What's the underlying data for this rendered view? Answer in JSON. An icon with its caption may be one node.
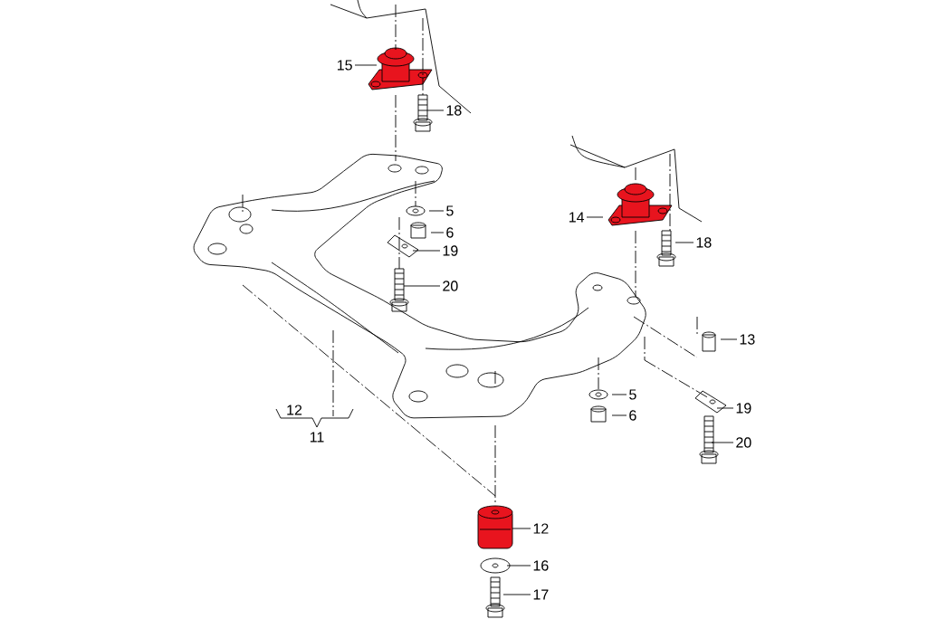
{
  "diagram": {
    "nodes": [
      {
        "text": [
          "15"
        ]
      },
      {
        "text": [
          "18"
        ]
      },
      {
        "text": [
          "5"
        ]
      },
      {
        "text": [
          "6"
        ]
      },
      {
        "text": [
          "19"
        ]
      },
      {
        "text": [
          "20"
        ]
      },
      {
        "text": [
          "14"
        ]
      },
      {
        "text": [
          "18"
        ]
      },
      {
        "text": [
          "13"
        ]
      },
      {
        "text": [
          "5"
        ]
      },
      {
        "text": [
          "6"
        ]
      },
      {
        "text": [
          "19"
        ]
      },
      {
        "text": [
          "20"
        ]
      },
      {
        "text": [
          "12"
        ]
      },
      {
        "text": [
          "16"
        ]
      },
      {
        "text": [
          "17"
        ]
      }
    ],
    "edges": [
      {
        "from": 0,
        "to": null,
        "arrow": "none"
      },
      {
        "from": 1,
        "to": null,
        "arrow": "none"
      },
      {
        "from": 2,
        "to": null,
        "arrow": "none"
      },
      {
        "from": 3,
        "to": null,
        "arrow": "none"
      },
      {
        "from": 4,
        "to": null,
        "arrow": "none"
      },
      {
        "from": 5,
        "to": null,
        "arrow": "none"
      },
      {
        "from": 6,
        "to": null,
        "arrow": "none"
      },
      {
        "from": 7,
        "to": null,
        "arrow": "none"
      },
      {
        "from": 8,
        "to": null,
        "arrow": "none"
      },
      {
        "from": 9,
        "to": null,
        "arrow": "none"
      },
      {
        "from": 10,
        "to": null,
        "arrow": "none"
      },
      {
        "from": 11,
        "to": null,
        "arrow": "none"
      },
      {
        "from": 12,
        "to": null,
        "arrow": "none"
      },
      {
        "from": 13,
        "to": null,
        "arrow": "none"
      },
      {
        "from": 14,
        "to": null,
        "arrow": "none"
      },
      {
        "from": 15,
        "to": null,
        "arrow": "none"
      }
    ],
    "labels": [
      "12",
      "11"
    ]
  }
}
